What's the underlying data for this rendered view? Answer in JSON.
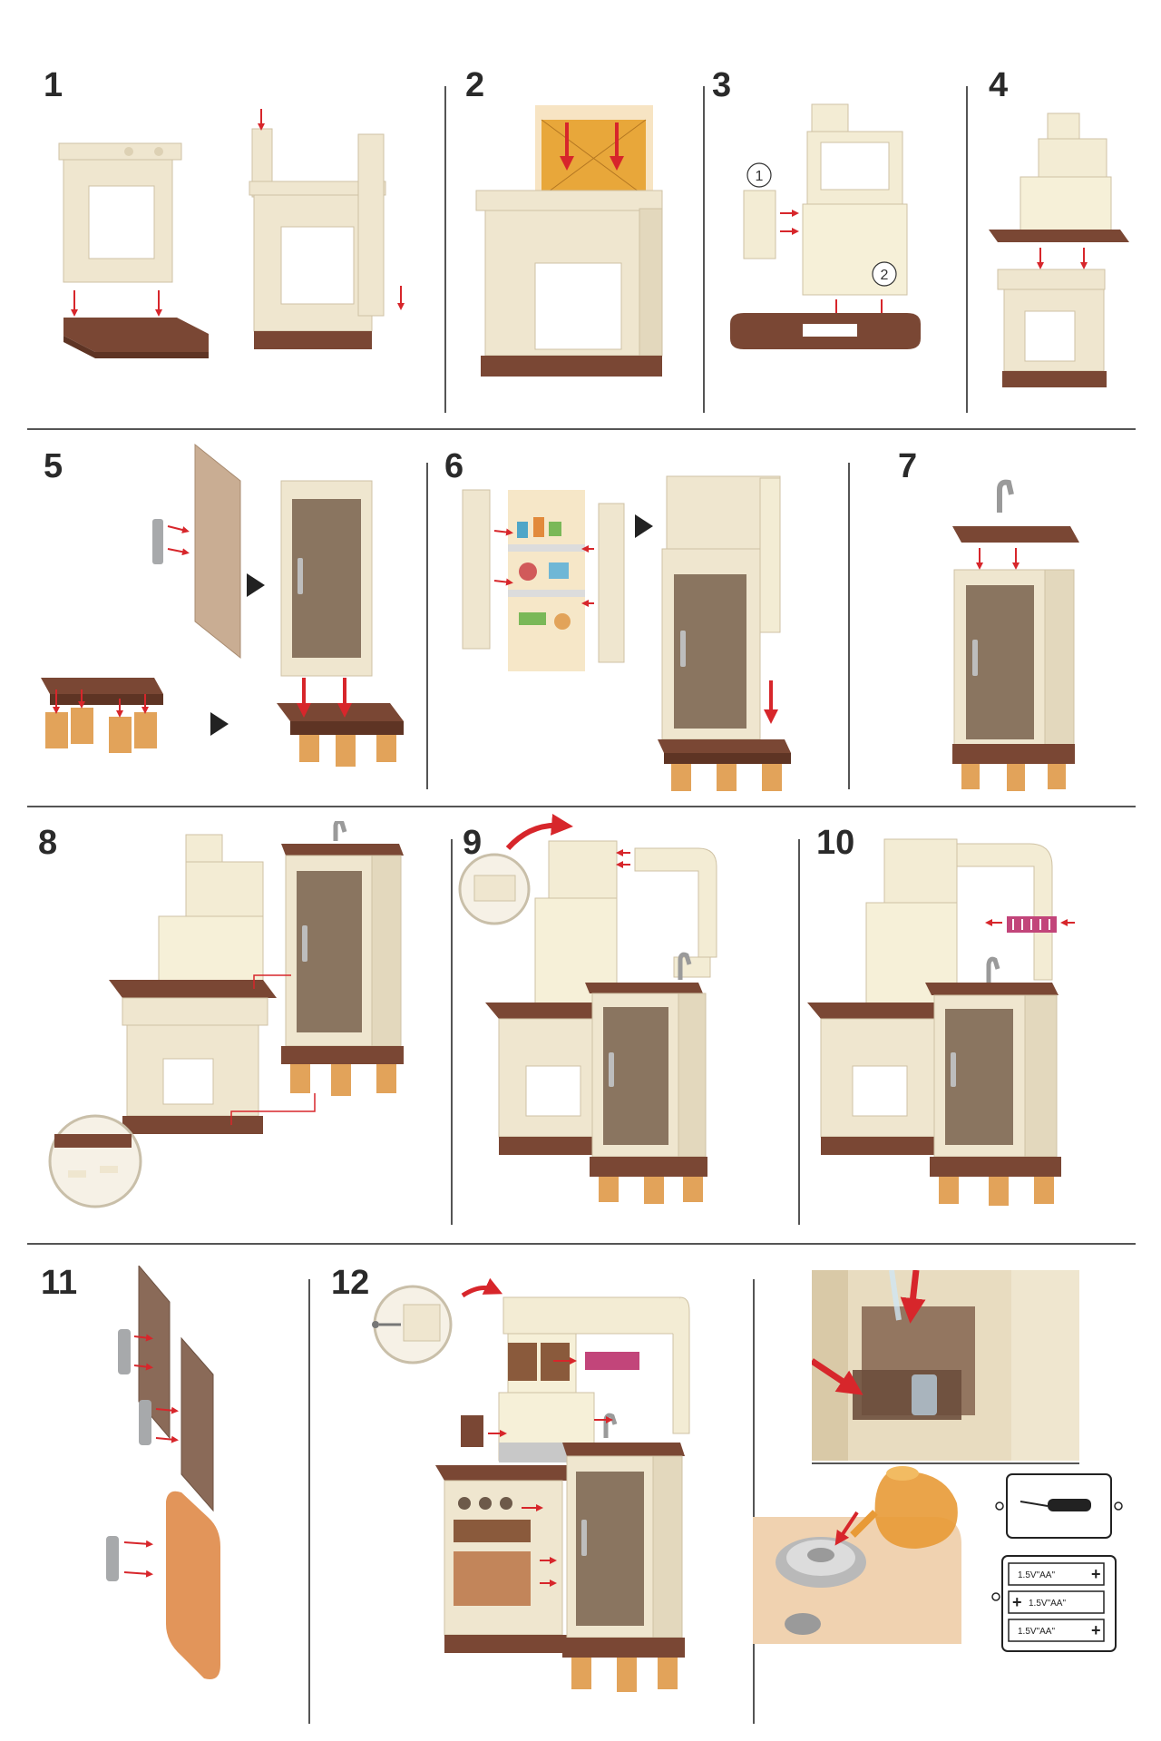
{
  "steps": [
    {
      "number": "1"
    },
    {
      "number": "2"
    },
    {
      "number": "3",
      "callouts": [
        "1",
        "2"
      ]
    },
    {
      "number": "4"
    },
    {
      "number": "5"
    },
    {
      "number": "6"
    },
    {
      "number": "7"
    },
    {
      "number": "8"
    },
    {
      "number": "9"
    },
    {
      "number": "10"
    },
    {
      "number": "11"
    },
    {
      "number": "12"
    }
  ],
  "battery": {
    "cells": [
      "1.5V\"AA\"",
      "1.5V\"AA\"",
      "1.5V\"AA\""
    ],
    "plus_sign": "+"
  },
  "colors": {
    "cream": "#efe6cf",
    "cream_dark": "#d9cdb1",
    "brown": "#7a4734",
    "brown_dark": "#5e3424",
    "orange_leg": "#e2a35a",
    "red_arrow": "#d7262b",
    "black_arrow": "#222222",
    "glass": "#8a7560",
    "grey_handle": "#a7a9ab",
    "magenta_rack": "#c2457a"
  }
}
